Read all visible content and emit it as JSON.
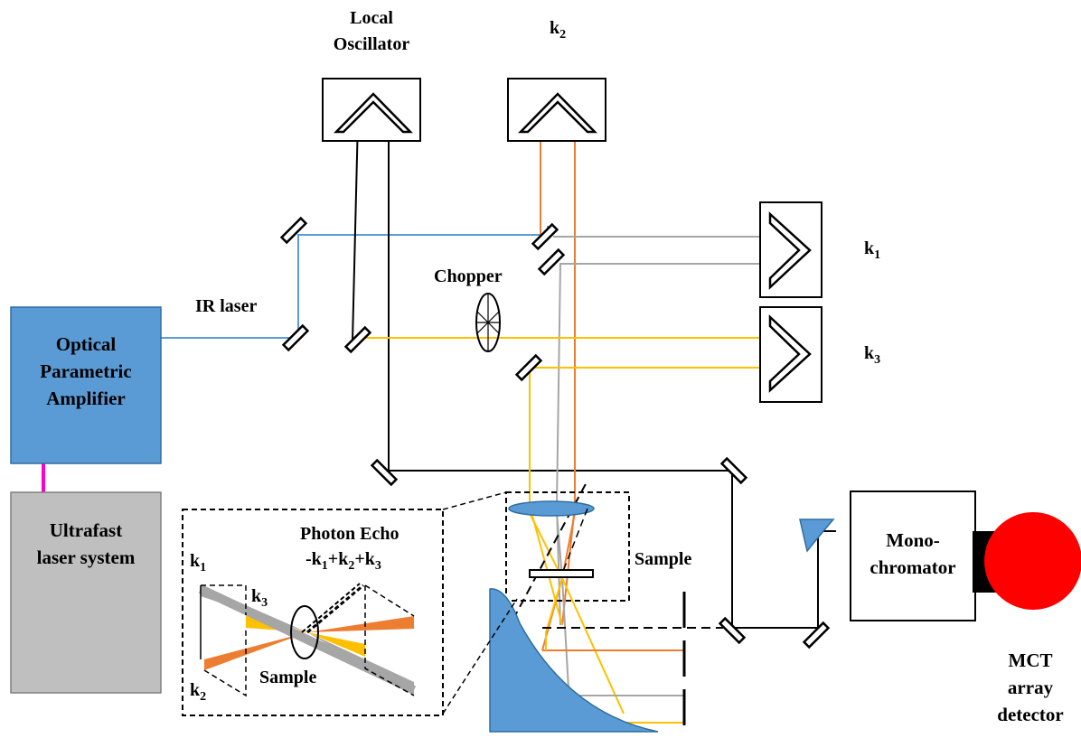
{
  "labels": {
    "local_oscillator_1": "Local",
    "local_oscillator_2": "Oscillator",
    "k2_top": "k",
    "k2_top_sub": "2",
    "k1_right": "k",
    "k1_right_sub": "1",
    "k3_right": "k",
    "k3_right_sub": "3",
    "ir_laser": "IR laser",
    "chopper": "Chopper",
    "opa_1": "Optical",
    "opa_2": "Parametric",
    "opa_3": "Amplifier",
    "ultrafast_1": "Ultrafast",
    "ultrafast_2": "laser system",
    "sample": "Sample",
    "mono_1": "Mono-",
    "mono_2": "chromator",
    "mct_1": "MCT",
    "mct_2": "array",
    "mct_3": "detector",
    "inset_k1": "k",
    "inset_k1_sub": "1",
    "inset_k2": "k",
    "inset_k2_sub": "2",
    "inset_k3": "k",
    "inset_k3_sub": "3",
    "inset_sample": "Sample",
    "photon_echo_1": "Photon Echo",
    "pe_minus": "-k",
    "pe_s1": "1",
    "pe_plus1": "+k",
    "pe_s2": "2",
    "pe_plus2": "+k",
    "pe_s3": "3"
  },
  "colors": {
    "opa_fill": "#5b9bd5",
    "ultrafast_fill": "#bfbfbf",
    "blue_beam": "#5b9bd5",
    "orange_beam": "#ed7d31",
    "yellow_beam": "#ffc000",
    "gray_beam": "#a6a6a6",
    "detector_red": "#ff0000",
    "link_magenta": "#ff00cc"
  }
}
